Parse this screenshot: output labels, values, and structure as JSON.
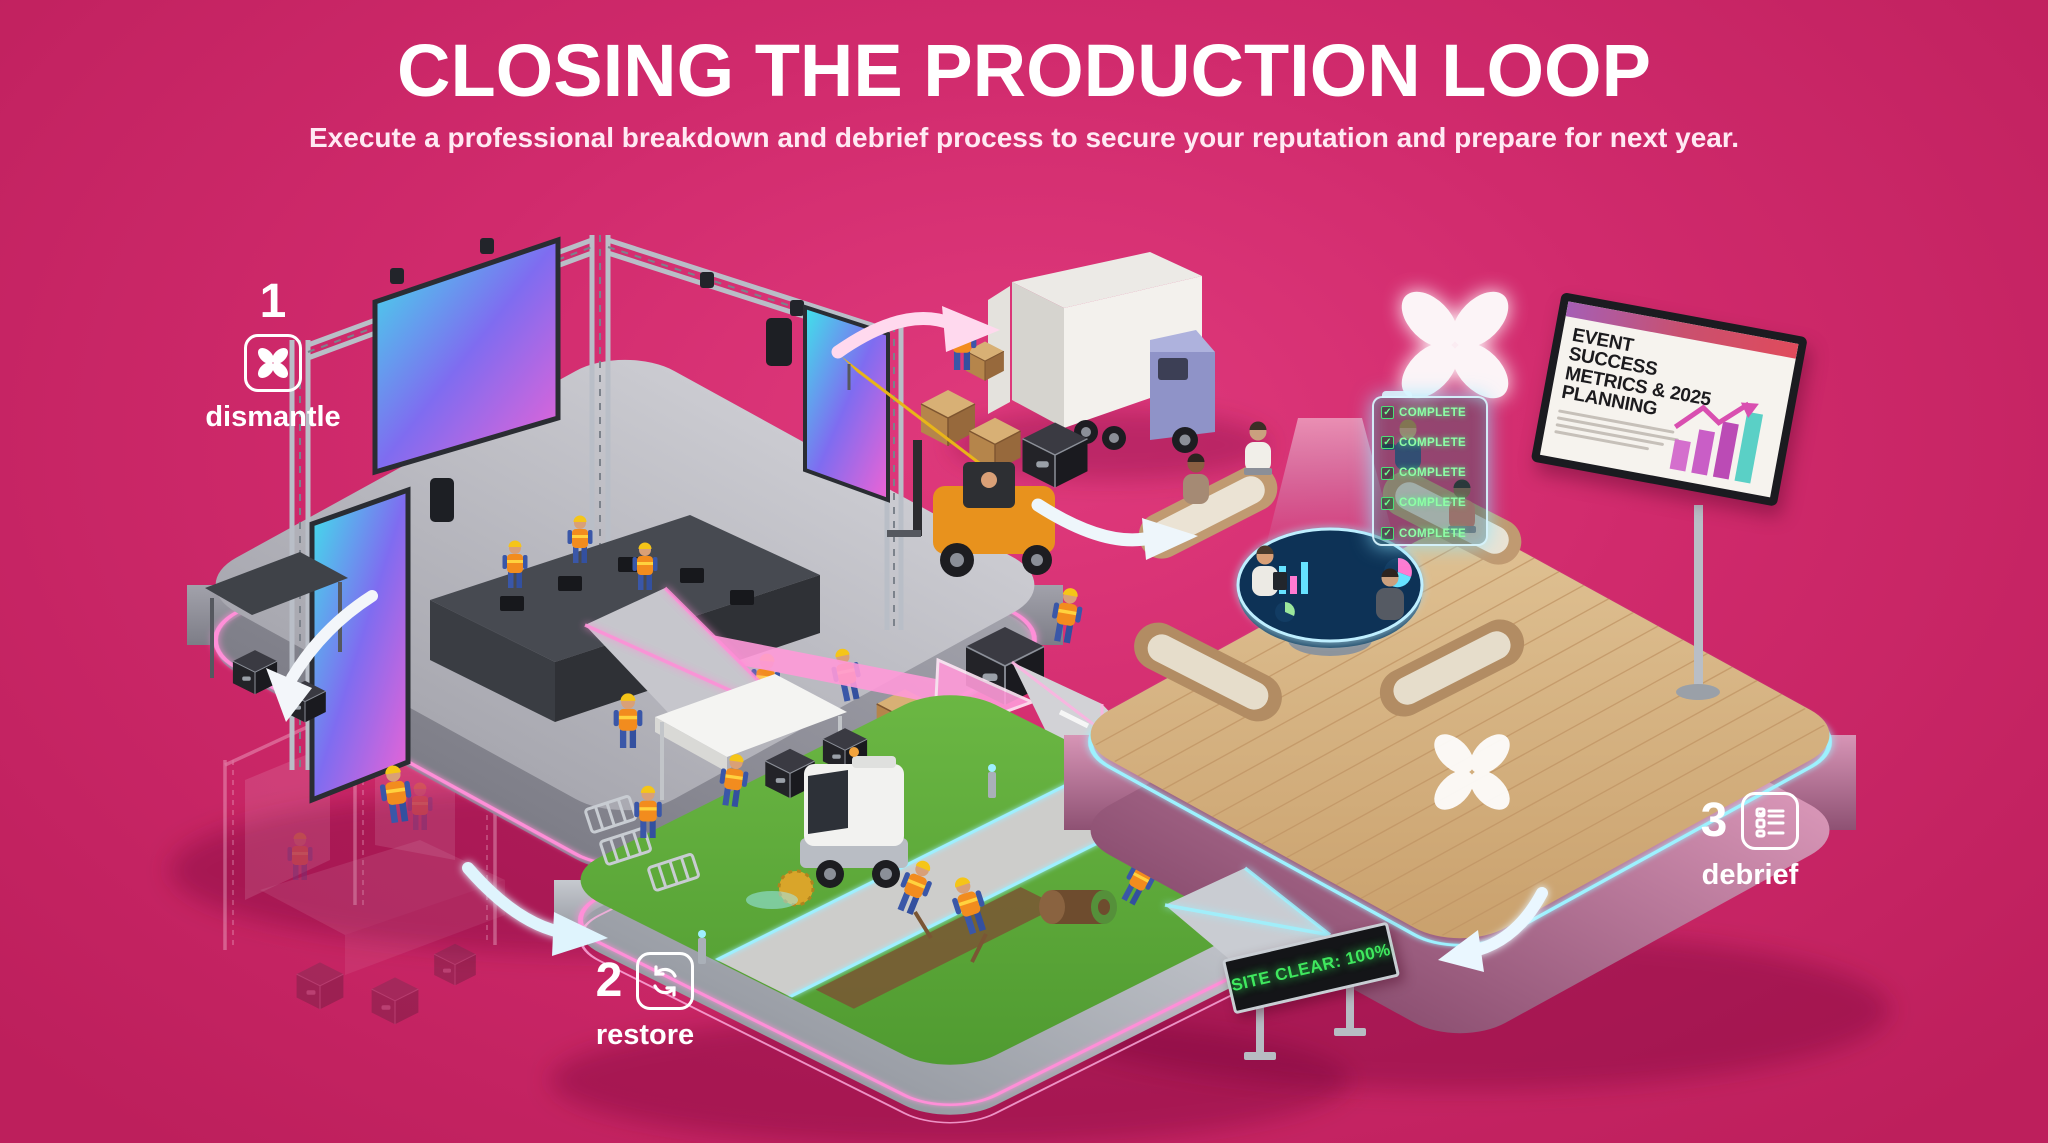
{
  "header": {
    "title": "CLOSING THE PRODUCTION LOOP",
    "subtitle": "Execute a professional breakdown and debrief process to secure your reputation and prepare for next year."
  },
  "steps": [
    {
      "number": "1",
      "label": "dismantle",
      "icon": "pinwheel-petals-icon"
    },
    {
      "number": "2",
      "label": "restore",
      "icon": "refresh-cycle-icon"
    },
    {
      "number": "3",
      "label": "debrief",
      "icon": "checklist-icon"
    }
  ],
  "debrief_scene": {
    "checklist_items": [
      "COMPLETE",
      "COMPLETE",
      "COMPLETE",
      "COMPLETE",
      "COMPLETE"
    ],
    "checkbox_glyph": "✓",
    "screen_title": "EVENT SUCCESS METRICS & 2025 PLANNING"
  },
  "restore_scene": {
    "sign_text": "SITE CLEAR: 100%"
  },
  "colors": {
    "background": "#d02a6c",
    "neon_pink": "#ff8fd8",
    "neon_cyan": "#8df2ff",
    "checklist_green": "#8effa6",
    "sign_green": "#3fe85e",
    "led_screen_cyan": "#3fe3ea",
    "led_screen_magenta": "#ef63d4",
    "chart_magenta": "#c95ec6",
    "chart_teal": "#56cfc4"
  }
}
